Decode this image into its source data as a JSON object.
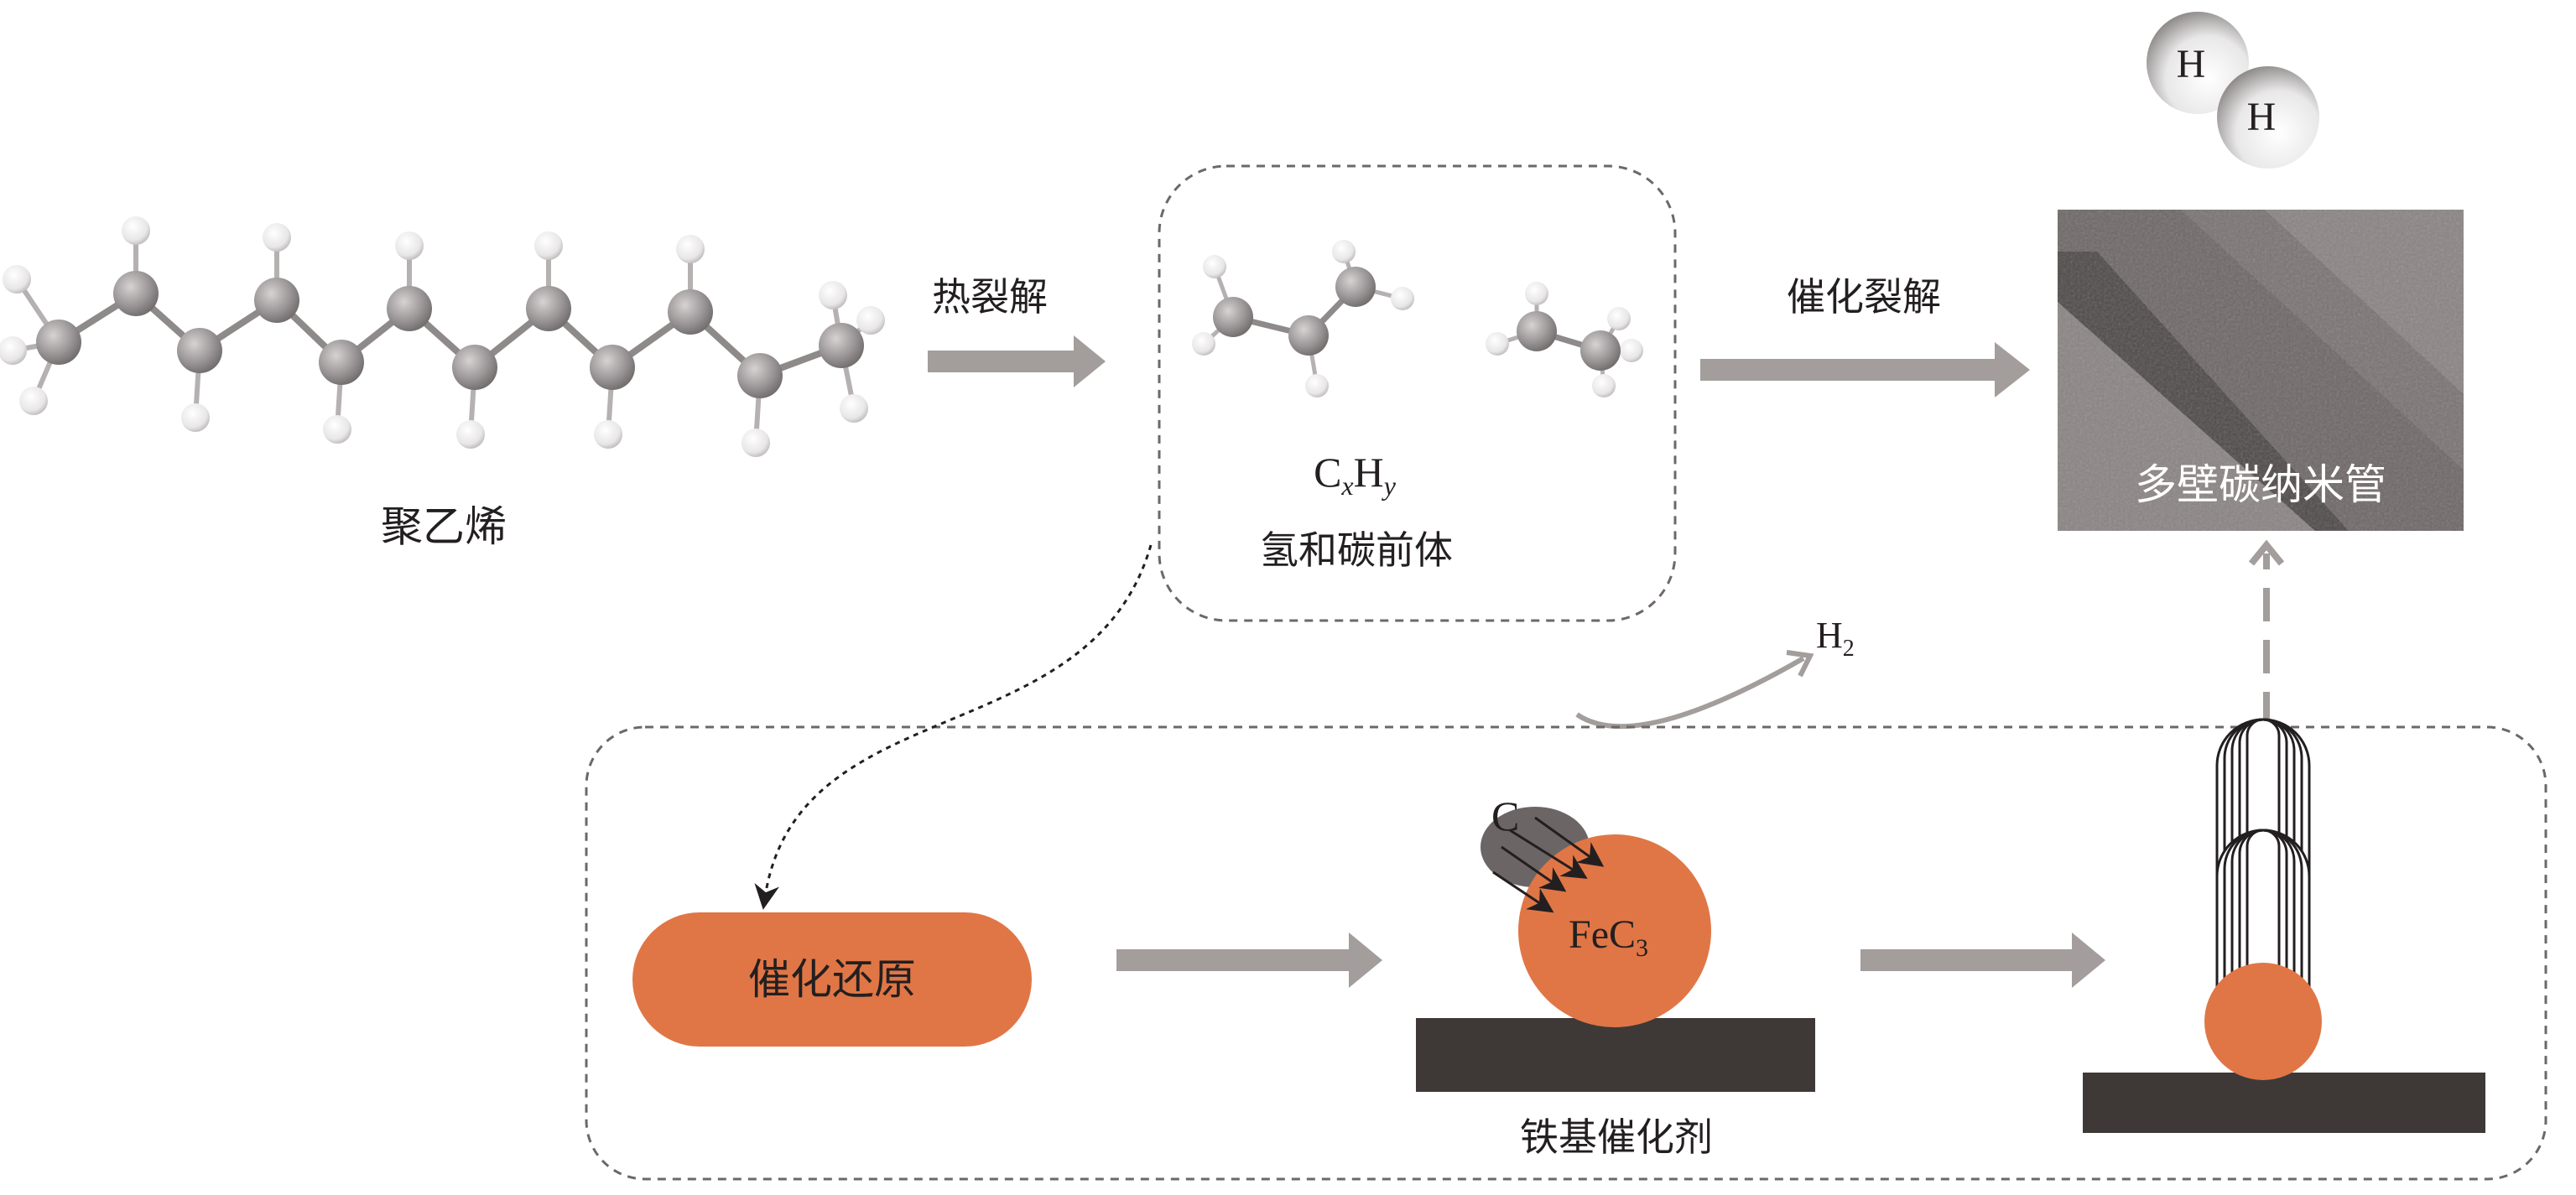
{
  "labels": {
    "polyethylene": "聚乙烯",
    "pyrolysis": "热裂解",
    "catalytic_cracking": "催化裂解",
    "formula_C": "C",
    "formula_x": "x",
    "formula_H": "H",
    "formula_y": "y",
    "precursor": "氢和碳前体",
    "mwcnt": "多壁碳纳米管",
    "h2_main": "H",
    "h2_sub": "2",
    "h_atom": "H",
    "catalytic_reduction": "催化还原",
    "carbon": "C",
    "fec3_main": "FeC",
    "fec3_sub": "3",
    "iron_catalyst": "铁基催化剂"
  },
  "colors": {
    "catalyst_orange": "#e07646",
    "arrow_gray": "#a39d9b",
    "substrate": "#3e3937",
    "carbon_cloud": "#6b6566",
    "dashed_border": "#6d6867"
  }
}
